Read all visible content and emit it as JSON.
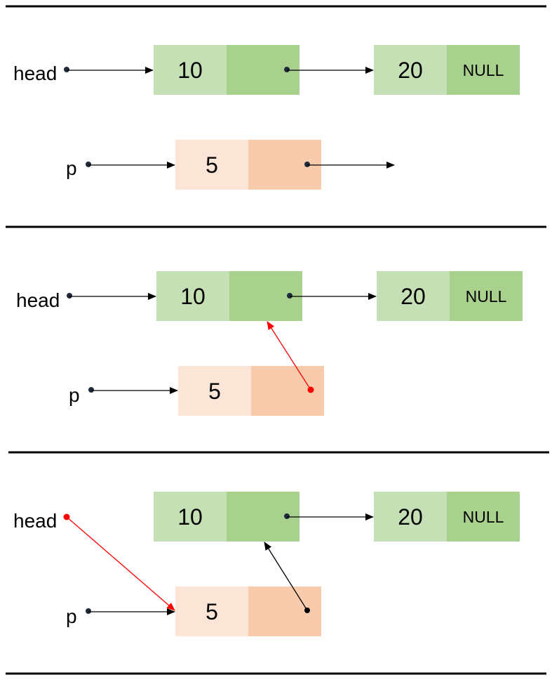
{
  "panels": [
    {
      "labels": {
        "head": "head",
        "p": "p"
      },
      "nodes": {
        "first": "10",
        "second": "20",
        "second_next": "NULL",
        "new": "5"
      }
    },
    {
      "labels": {
        "head": "head",
        "p": "p"
      },
      "nodes": {
        "first": "10",
        "second": "20",
        "second_next": "NULL",
        "new": "5"
      }
    },
    {
      "labels": {
        "head": "head",
        "p": "p"
      },
      "nodes": {
        "first": "10",
        "second": "20",
        "second_next": "NULL",
        "new": "5"
      }
    }
  ],
  "colors": {
    "green_light": "#c5e0b4",
    "green_dark": "#a9d18e",
    "orange_light": "#fbe5d6",
    "orange_dark": "#f8cbad",
    "arrow": "#000000",
    "highlight_arrow": "#ff0000",
    "pointer_dot": "#1f2a3a"
  }
}
